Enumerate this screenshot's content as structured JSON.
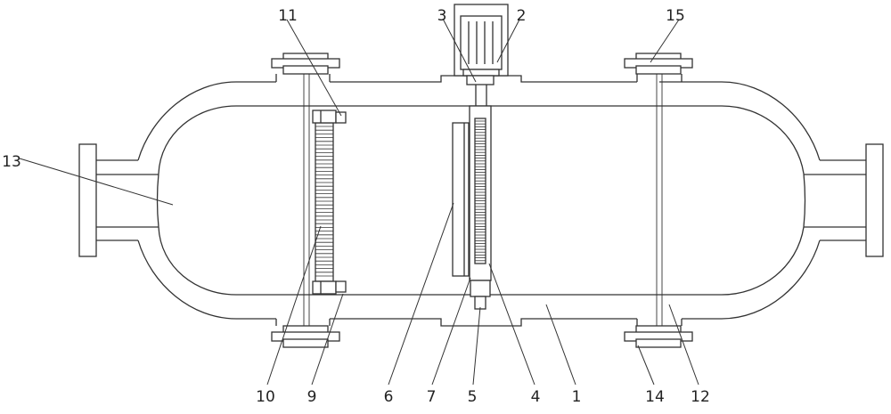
{
  "figure": {
    "labels": {
      "l1": "1",
      "l2": "2",
      "l3": "3",
      "l4": "4",
      "l5": "5",
      "l6": "6",
      "l7": "7",
      "l9": "9",
      "l10": "10",
      "l11": "11",
      "l12": "12",
      "l13": "13",
      "l14": "14",
      "l15": "15"
    }
  }
}
